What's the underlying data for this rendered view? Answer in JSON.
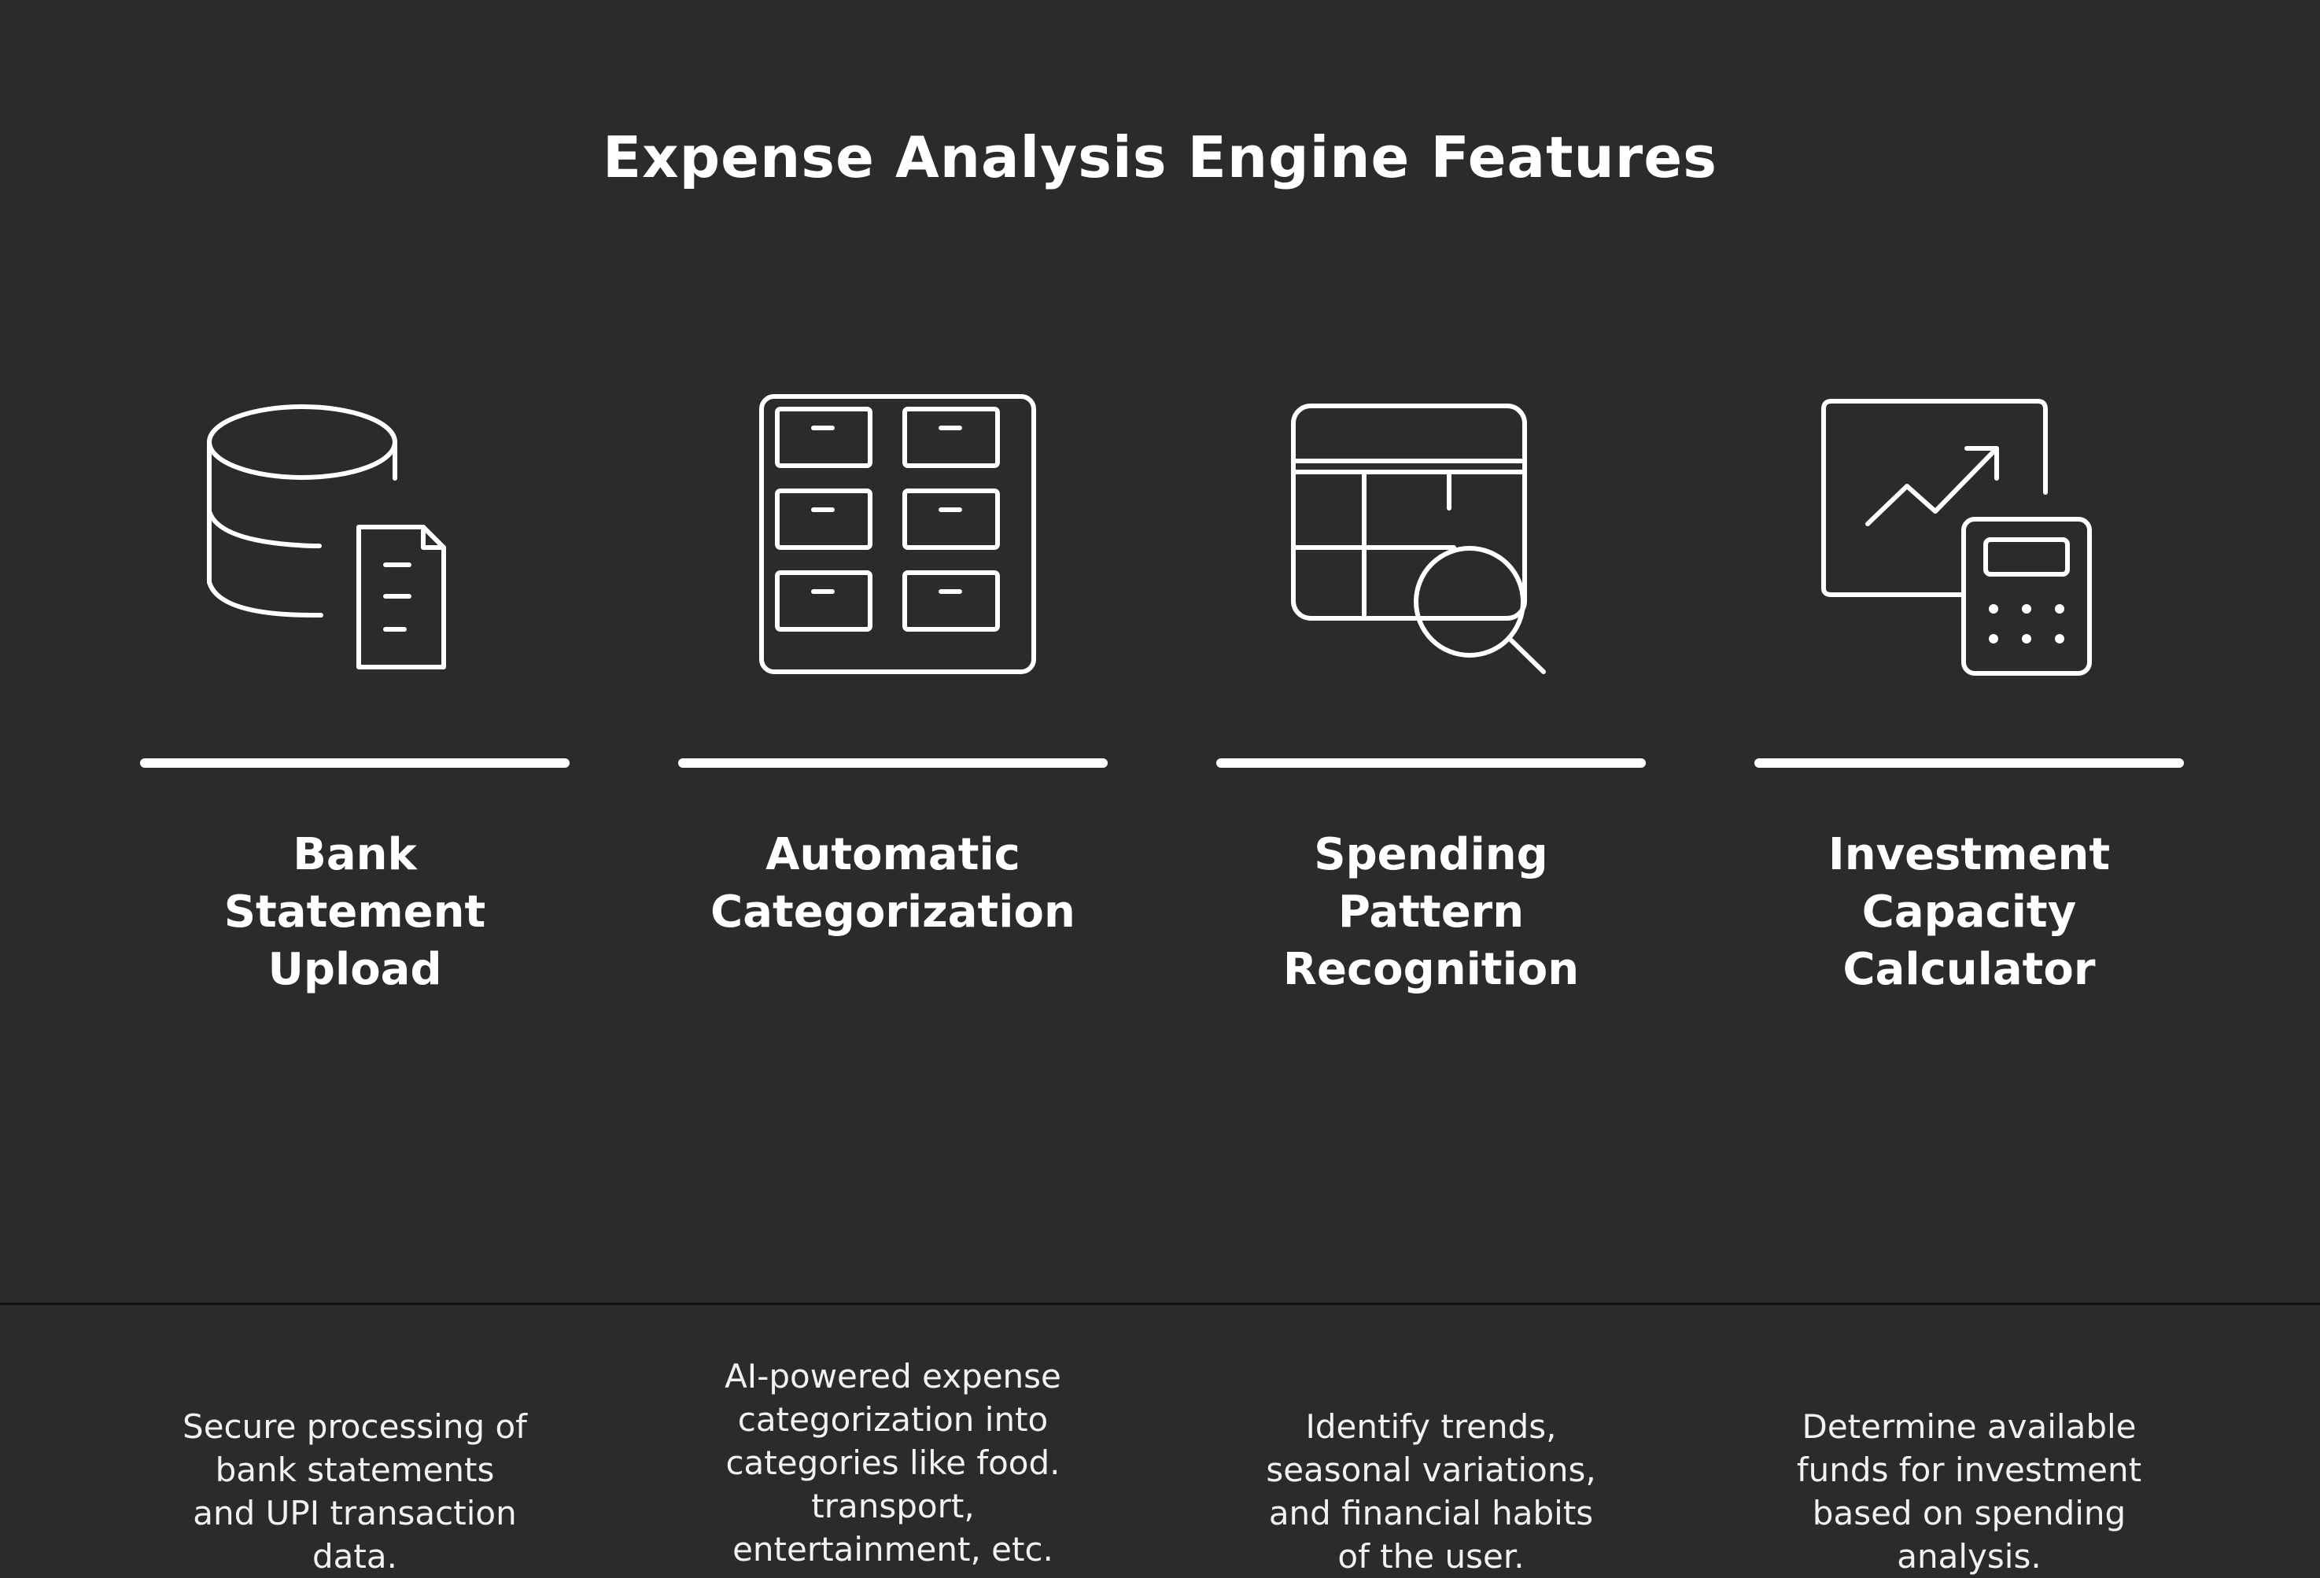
{
  "title": "Expense Analysis Engine Features",
  "colors": {
    "background": "#2b2b2b",
    "foreground": "#ffffff"
  },
  "features": [
    {
      "icon": "database-document-icon",
      "heading_lines": [
        "Bank",
        "Statement",
        "Upload"
      ],
      "description_lines": [
        "Secure processing of",
        "bank statements",
        "and UPI transaction",
        "data."
      ]
    },
    {
      "icon": "category-grid-icon",
      "heading_lines": [
        "Automatic",
        "Categorization"
      ],
      "description_lines": [
        "AI-powered expense",
        "categorization into",
        "categories like food.",
        "transport,",
        "entertainment, etc."
      ]
    },
    {
      "icon": "table-search-icon",
      "heading_lines": [
        "Spending",
        "Pattern",
        "Recognition"
      ],
      "description_lines": [
        "Identify trends,",
        "seasonal variations,",
        "and financial habits",
        "of the user."
      ]
    },
    {
      "icon": "chart-calculator-icon",
      "heading_lines": [
        "Investment",
        "Capacity",
        "Calculator"
      ],
      "description_lines": [
        "Determine available",
        "funds for investment",
        "based on spending",
        "analysis."
      ]
    }
  ]
}
